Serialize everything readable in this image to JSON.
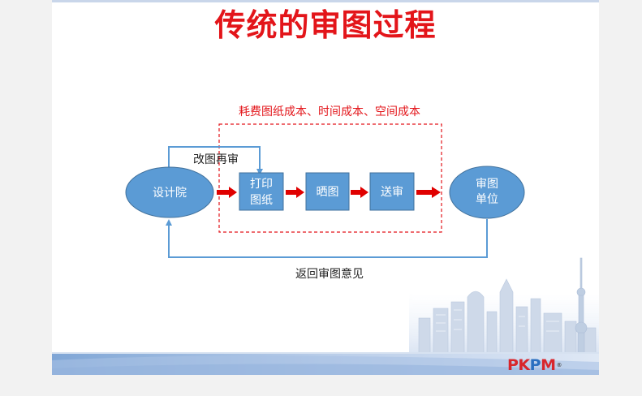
{
  "slide": {
    "title": "传统的审图过程",
    "cost_note": "耗费图纸成本、时间成本、空间成本",
    "revise_label": "改图再审",
    "return_label": "返回审图意见",
    "nodes": {
      "design_institute": "设计院",
      "print_line1": "打印",
      "print_line2": "图纸",
      "blueprint": "晒图",
      "submit": "送审",
      "review_line1": "审图",
      "review_line2": "单位"
    },
    "logo": {
      "text_left": "PK",
      "text_mid": "P",
      "text_right": "M",
      "reg": "®"
    }
  },
  "colors": {
    "title": "#e3151a",
    "node_fill": "#5b9bd5",
    "node_stroke": "#41719c",
    "arrow": "#e00000",
    "loop_line": "#5b9bd5",
    "dashed_box": "#e3151a"
  }
}
